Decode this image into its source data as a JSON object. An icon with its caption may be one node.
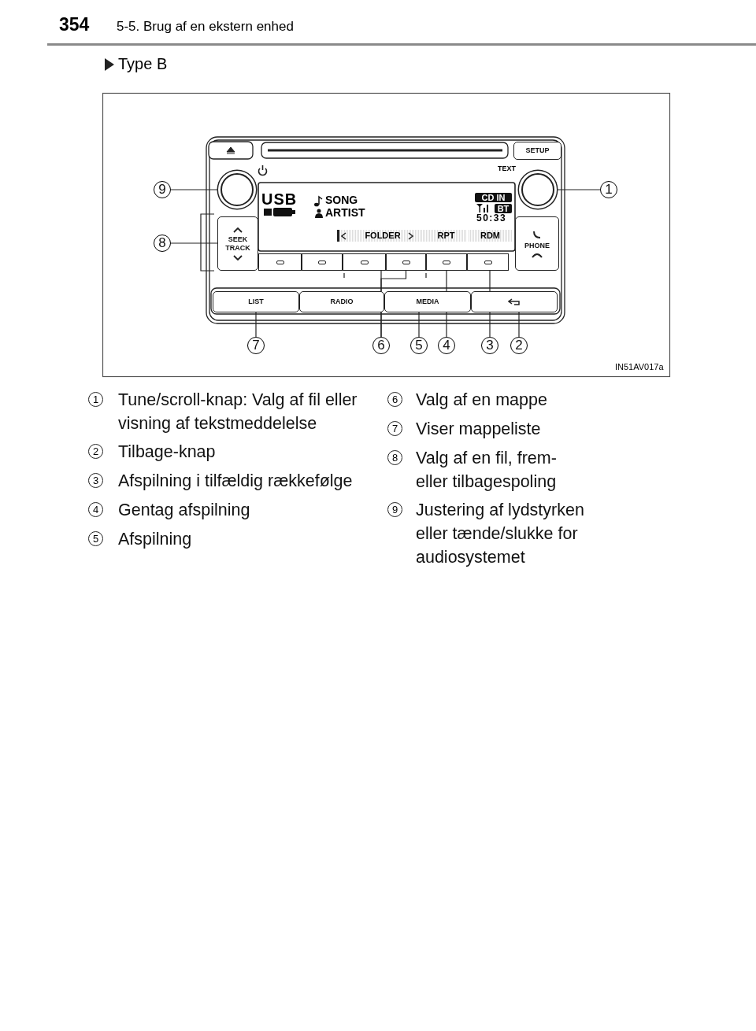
{
  "diagram": {
    "nodes": [
      {
        "text": [
          "SETUP"
        ]
      },
      {
        "text": [],
        "shape": "circle"
      },
      {
        "text": [],
        "shape": "circle"
      },
      {
        "text": [
          "9"
        ]
      },
      {
        "text": [
          "1"
        ]
      },
      {
        "text": [
          "SEEK",
          "TRACK"
        ]
      },
      {
        "text": [
          "8"
        ]
      },
      {
        "text": [
          "PHONE"
        ]
      },
      {
        "text": [],
        "shape": "box"
      },
      {
        "text": [],
        "shape": "box"
      },
      {
        "text": [],
        "shape": "box"
      },
      {
        "text": [],
        "shape": "box"
      },
      {
        "text": [],
        "shape": "box"
      },
      {
        "text": [],
        "shape": "box"
      },
      {
        "text": [
          "LIST"
        ]
      },
      {
        "text": [
          "RADIO"
        ]
      },
      {
        "text": [
          "MEDIA"
        ]
      },
      {
        "text": [],
        "shape": "box"
      },
      {
        "text": [
          "7"
        ]
      },
      {
        "text": [
          "6"
        ]
      },
      {
        "text": [
          "5"
        ]
      },
      {
        "text": [
          "4"
        ]
      },
      {
        "text": [
          "3"
        ]
      },
      {
        "text": [
          "2"
        ]
      }
    ],
    "edges": [
      {
        "from": 3,
        "to": 1,
        "arrow": "none"
      },
      {
        "from": 4,
        "to": 2,
        "arrow": "none"
      },
      {
        "from": 6,
        "to": 5,
        "arrow": "none"
      },
      {
        "from": 18,
        "to": 14,
        "arrow": "none"
      },
      {
        "from": 19,
        "to": 10,
        "arrow": "none"
      },
      {
        "from": 19,
        "to": 11,
        "arrow": "none"
      },
      {
        "from": 20,
        "to": 16,
        "arrow": "none"
      },
      {
        "from": 21,
        "to": 12,
        "arrow": "none"
      },
      {
        "from": 22,
        "to": 13,
        "arrow": "none"
      },
      {
        "from": 23,
        "to": 17,
        "arrow": "none"
      }
    ],
    "labels": [
      "354",
      "5-5. Brug af en ekstern enhed",
      "Type B",
      "TEXT",
      "USB",
      "SONG",
      "ARTIST",
      "CD IN",
      "BT",
      "50:33",
      "FOLDER",
      "RPT",
      "RDM",
      "IN51AV017a",
      "1",
      "Tune/scroll-knap: Valg af fil eller visning af tekstmeddelelse",
      "2",
      "Tilbage-knap",
      "3",
      "Afspilning i tilfældig rækkefølge",
      "4",
      "Gentag afspilning",
      "5",
      "Afspilning",
      "6",
      "Valg af en mappe",
      "7",
      "Viser mappeliste",
      "8",
      "Valg af en fil, frem- eller tilbagespoling",
      "9",
      "Justering af lydstyrken eller tænde/slukke for audiosystemet"
    ]
  }
}
